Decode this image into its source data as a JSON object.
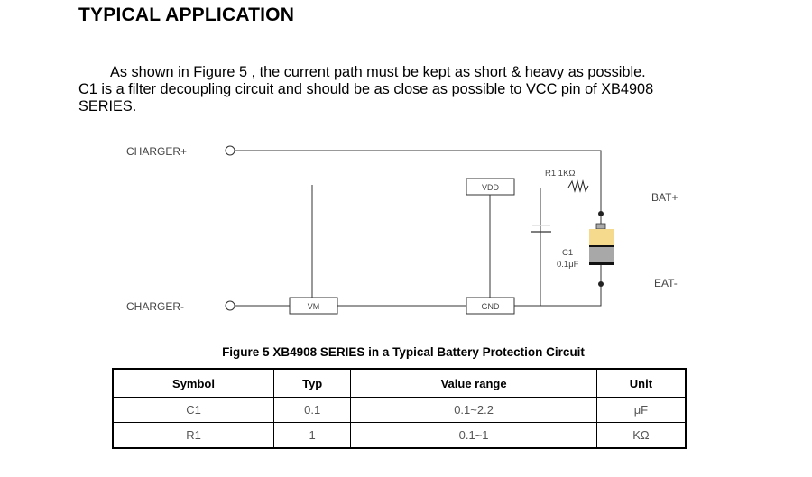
{
  "title": "TYPICAL APPLICATION",
  "paragraph": {
    "line1": "As shown in Figure 5 , the current  path must be kept as short & heavy as possible.",
    "line2": "C1 is a filter decoupling circuit and should be as close as possible to VCC pin of XB4908",
    "line3": "SERIES."
  },
  "circuit": {
    "charger_plus": "CHARGER+",
    "charger_minus": "CHARGER-",
    "vdd": "VDD",
    "vm": "VM",
    "gnd": "GND",
    "r1": "R1 1KΩ",
    "c1": "C1",
    "c1_value": "0.1μF",
    "bat_plus": "BAT+",
    "bat_minus": "EAT-",
    "battery_top_color": "#f5d98c",
    "battery_bottom_color": "#a8a8a8"
  },
  "caption": "Figure 5 XB4908 SERIES in a Typical Battery Protection Circuit",
  "table": {
    "headers": [
      "Symbol",
      "Typ",
      "Value range",
      "Unit"
    ],
    "rows": [
      [
        "C1",
        "0.1",
        "0.1~2.2",
        "μF"
      ],
      [
        "R1",
        "1",
        "0.1~1",
        "KΩ"
      ]
    ]
  }
}
